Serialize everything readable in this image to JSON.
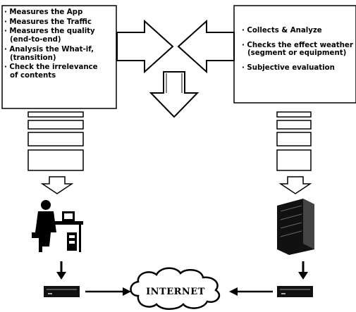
{
  "left_box": {
    "items": [
      {
        "lines": [
          "· Measures the App"
        ]
      },
      {
        "lines": [
          "· Measures the Traffic"
        ]
      },
      {
        "lines": [
          "· Measures the quality",
          "(end-to-end)"
        ]
      },
      {
        "lines": [
          "· Analysis the What-if,",
          "(transition)"
        ]
      },
      {
        "lines": [
          "· Check the irrelevance",
          "of contents"
        ]
      }
    ]
  },
  "right_box": {
    "items": [
      {
        "lines": [
          "· Collects & Analyze"
        ]
      },
      {
        "lines": [
          "· Checks the effect weather",
          "(segment or equipment)"
        ]
      },
      {
        "lines": [
          "· Subjective evaluation"
        ]
      }
    ]
  },
  "cloud": {
    "label": "INTERNET"
  },
  "icons": {
    "left_person": "person-at-computer-icon",
    "right_server": "server-rack-icon",
    "left_modem": "network-device-icon",
    "right_modem": "network-device-icon"
  },
  "colors": {
    "ink": "#000000",
    "paper": "#ffffff"
  }
}
